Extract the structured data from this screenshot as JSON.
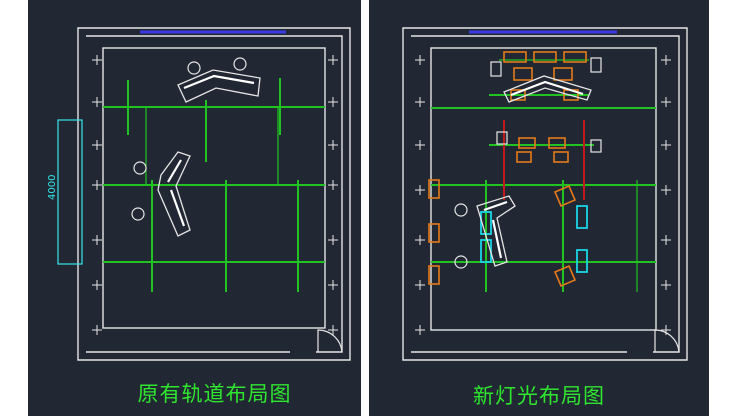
{
  "panels": {
    "original": {
      "caption": "原有轨道布局图",
      "dimension_label": "4000"
    },
    "new": {
      "caption": "新灯光布局图"
    }
  },
  "colors": {
    "background": "#212833",
    "walls": "#e6e6e6",
    "track": "#21c221",
    "dimension": "#33e6e6",
    "window": "#3a3ae6",
    "light_orange": "#e67a1a",
    "light_cyan": "#1ad6e6",
    "hanger_red": "#c21a1a"
  },
  "icons": [
    "plus-marker-icon",
    "desk-icon",
    "chair-icon",
    "door-icon",
    "spotlight-icon"
  ]
}
